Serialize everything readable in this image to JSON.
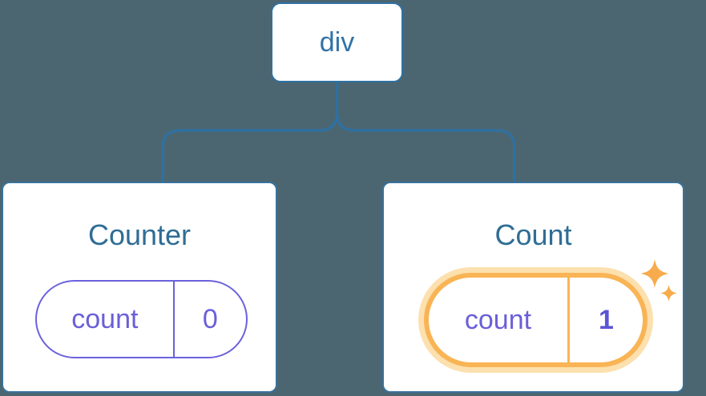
{
  "diagram": {
    "type": "component-tree",
    "root": {
      "label": "div"
    },
    "children": [
      {
        "title": "Counter",
        "highlighted": false,
        "state": {
          "key": "count",
          "value": "0"
        }
      },
      {
        "title": "Count",
        "highlighted": true,
        "state": {
          "key": "count",
          "value": "1"
        },
        "icons": [
          "sparkle-icon-large",
          "sparkle-icon-small"
        ]
      }
    ]
  },
  "palette": {
    "background": "#4c6671",
    "node_fill": "#ffffff",
    "connector_blue": "#2e71a2",
    "root_label_blue": "#3273a8",
    "title_blue": "#2f6d95",
    "state_purple": "#6b61dd",
    "state_value_purple": "#5b55d6",
    "highlight_orange": "#f9b455",
    "highlight_halo": "#fce0ae",
    "sparkle_orange": "#f8ab4c"
  }
}
